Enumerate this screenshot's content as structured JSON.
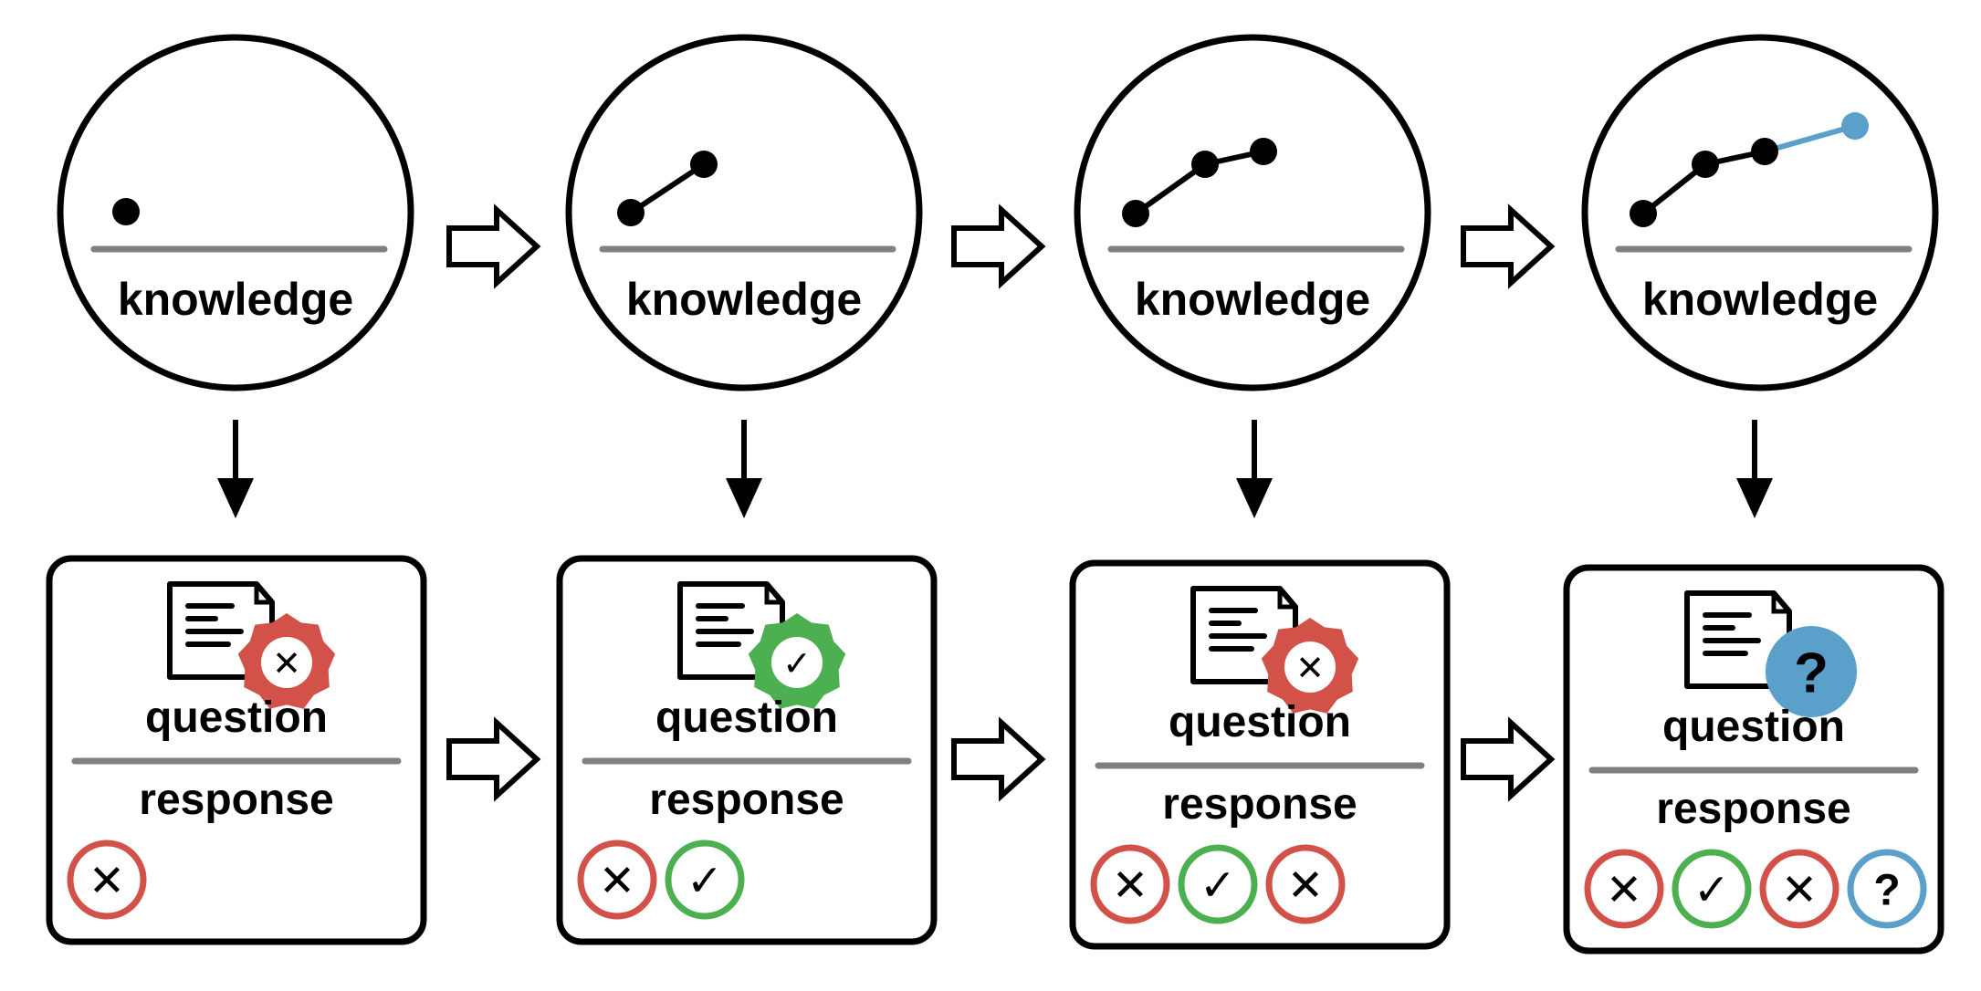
{
  "labels": {
    "knowledge": "knowledge",
    "question": "question",
    "response": "response"
  },
  "colors": {
    "incorrect": "#D2524A",
    "correct": "#4CAF50",
    "unknown": "#5B9FCB",
    "separator": "#808080",
    "ink": "#000000",
    "badge_mark": "#333333"
  },
  "stages": [
    {
      "knowledge_points": 1,
      "new_point": false,
      "question_status": "incorrect",
      "responses": [
        "incorrect"
      ]
    },
    {
      "knowledge_points": 2,
      "new_point": false,
      "question_status": "correct",
      "responses": [
        "incorrect",
        "correct"
      ]
    },
    {
      "knowledge_points": 3,
      "new_point": false,
      "question_status": "incorrect",
      "responses": [
        "incorrect",
        "correct",
        "incorrect"
      ]
    },
    {
      "knowledge_points": 4,
      "new_point": true,
      "question_status": "unknown",
      "responses": [
        "incorrect",
        "correct",
        "incorrect",
        "unknown"
      ]
    }
  ],
  "symbols": {
    "incorrect": "✕",
    "correct": "✓",
    "unknown": "?"
  }
}
